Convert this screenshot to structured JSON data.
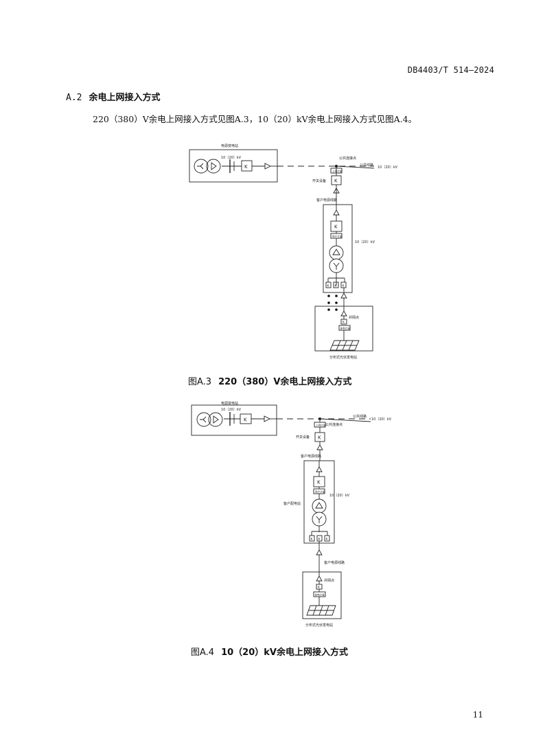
{
  "header": {
    "doc_code": "DB4403/T 514—2024"
  },
  "section": {
    "number": "A.2",
    "title": "余电上网接入方式"
  },
  "paragraph": "220（380）V余电上网接入方式见图A.3，10（20）kV余电上网接入方式见图A.4。",
  "figure_a3": {
    "caption_id": "图A.3",
    "caption_text": "220（380）V余电上网接入方式",
    "labels": {
      "source_station": "电源变电站",
      "voltage_top": "10（20）kV",
      "k": "K",
      "pcc": "公共连接点",
      "public_line": "公共线路",
      "grid_meter": "上网计量",
      "switch_device": "开关设备",
      "customer_line": "客户电源线路",
      "user_meter": "用户计量",
      "voltage_mid": "10（20）kV",
      "grid_point": "并网点",
      "pv_meter": "发电计量",
      "pv_station": "分布式光伏发电站"
    }
  },
  "figure_a4": {
    "caption_id": "图A.4",
    "caption_text": "10（20）kV余电上网接入方式",
    "labels": {
      "source_station": "电源变电站",
      "voltage_top": "10（20）kV",
      "k": "K",
      "pcc": "公共连接点",
      "public_line": "公共线路",
      "grid_meter": "上网计量",
      "switch_device": "开关设备",
      "customer_line": "客户电源线路",
      "user_meter": "用户计量",
      "voltage_mid": "10（20）kV",
      "customer_substation": "客户配电站",
      "customer_line_2": "客户电源线路",
      "grid_point": "并网点",
      "pv_meter": "发电计量",
      "pv_station": "分布式光伏发电站"
    }
  },
  "footer": {
    "page_number": "11"
  }
}
